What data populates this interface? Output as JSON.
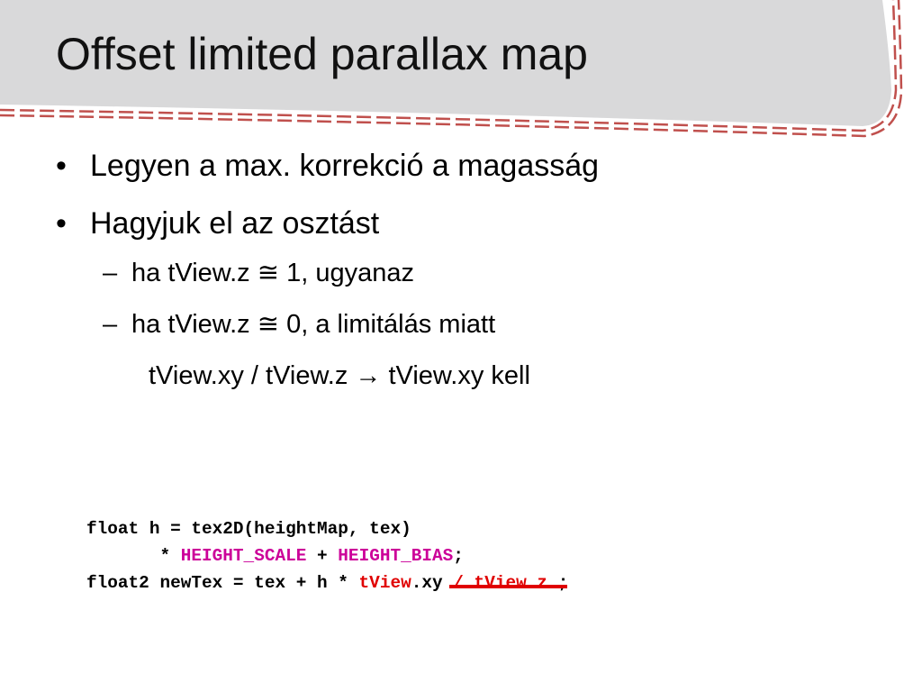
{
  "slide": {
    "title": "Offset limited parallax map",
    "bullets": [
      "Legyen a max. korrekció a magasság",
      "Hagyjuk el az osztást"
    ],
    "sub_bullets": [
      "ha tView.z ≅ 1, ugyanaz",
      "ha tView.z ≅ 0, a limitálás miatt"
    ],
    "continuation": "tView.xy / tView.z → tView.xy kell",
    "bullet_glyph": "•",
    "dash_glyph": "–"
  },
  "code": {
    "line1": "float h = tex2D(heightMap, tex)",
    "line2_prefix": "       * ",
    "height_scale": "HEIGHT_SCALE",
    "plus": " + ",
    "height_bias": "HEIGHT_BIAS",
    "semicolon": ";",
    "line3_prefix": "float2 newTex = tex + h * ",
    "tview": "tView",
    "xy": ".xy ",
    "struck": "/ tView.z ",
    "end": ";"
  },
  "colors": {
    "header_band": "#d9d9da",
    "dashed_border": "#c0504d",
    "macro": "#cc0099",
    "highlight": "#e00000"
  }
}
